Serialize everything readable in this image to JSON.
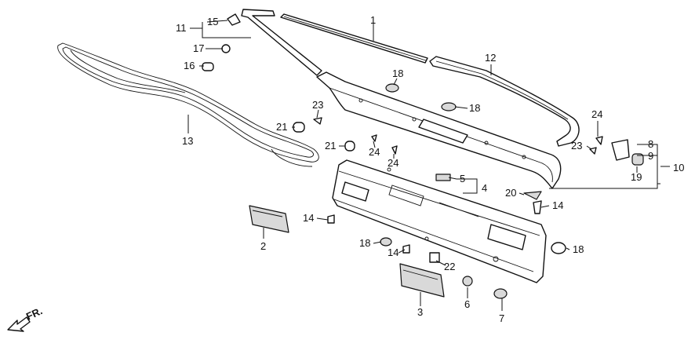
{
  "callouts": [
    {
      "id": "c1",
      "text": "1"
    },
    {
      "id": "c2",
      "text": "2"
    },
    {
      "id": "c3",
      "text": "3"
    },
    {
      "id": "c4",
      "text": "4"
    },
    {
      "id": "c5",
      "text": "5"
    },
    {
      "id": "c6",
      "text": "6"
    },
    {
      "id": "c7",
      "text": "7"
    },
    {
      "id": "c8",
      "text": "8"
    },
    {
      "id": "c9",
      "text": "9"
    },
    {
      "id": "c10",
      "text": "10"
    },
    {
      "id": "c11",
      "text": "11"
    },
    {
      "id": "c12",
      "text": "12"
    },
    {
      "id": "c13",
      "text": "13"
    },
    {
      "id": "c14a",
      "text": "14"
    },
    {
      "id": "c14b",
      "text": "14"
    },
    {
      "id": "c14c",
      "text": "14"
    },
    {
      "id": "c15",
      "text": "15"
    },
    {
      "id": "c16",
      "text": "16"
    },
    {
      "id": "c17",
      "text": "17"
    },
    {
      "id": "c18a",
      "text": "18"
    },
    {
      "id": "c18b",
      "text": "18"
    },
    {
      "id": "c18c",
      "text": "18"
    },
    {
      "id": "c18d",
      "text": "18"
    },
    {
      "id": "c19",
      "text": "19"
    },
    {
      "id": "c20",
      "text": "20"
    },
    {
      "id": "c21a",
      "text": "21"
    },
    {
      "id": "c21b",
      "text": "21"
    },
    {
      "id": "c22",
      "text": "22"
    },
    {
      "id": "c23a",
      "text": "23"
    },
    {
      "id": "c23b",
      "text": "23"
    },
    {
      "id": "c24a",
      "text": "24"
    },
    {
      "id": "c24b",
      "text": "24"
    },
    {
      "id": "c24c",
      "text": "24"
    }
  ],
  "direction_label": "FR."
}
